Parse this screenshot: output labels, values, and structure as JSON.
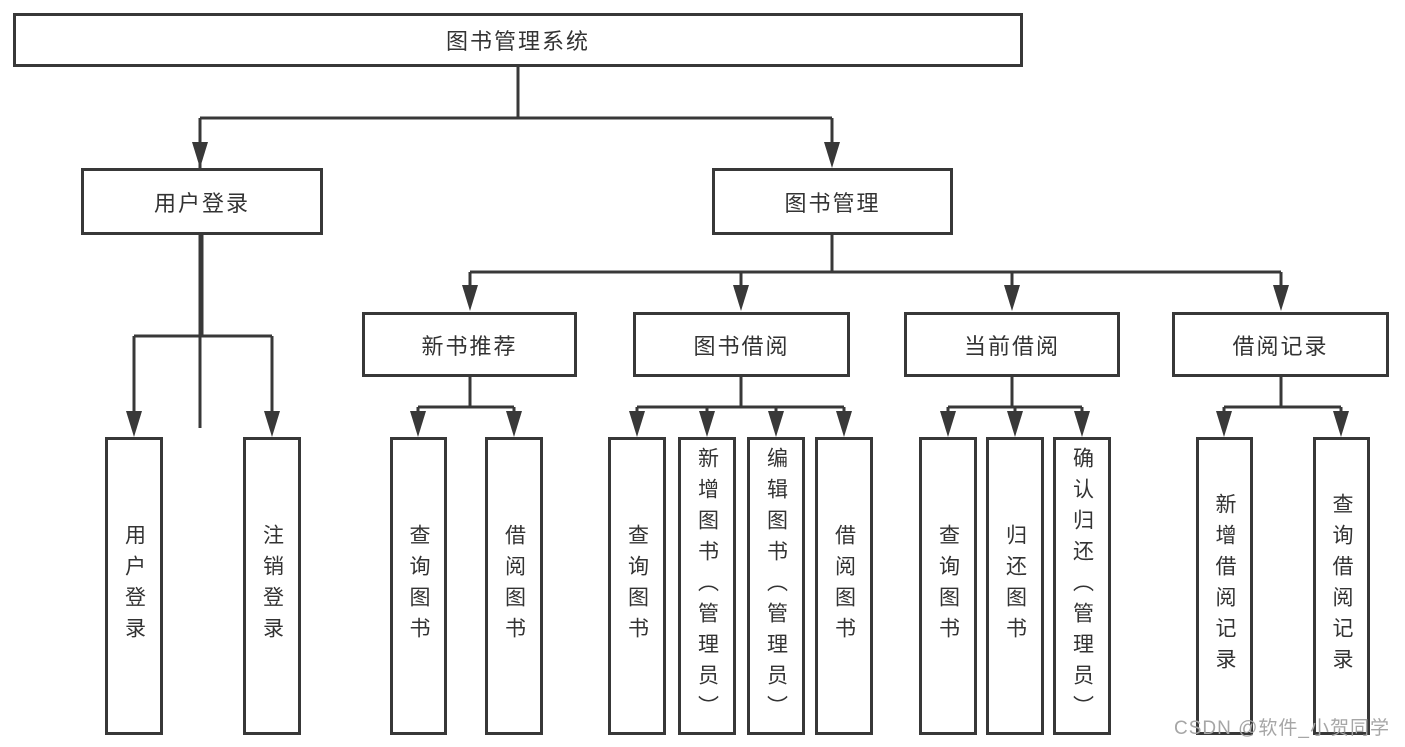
{
  "diagram": {
    "root": {
      "label": "图书管理系统",
      "children": [
        {
          "label": "用户登录",
          "children": [
            {
              "label": "用户登录"
            },
            {
              "label": "注销登录"
            }
          ]
        },
        {
          "label": "图书管理",
          "children": [
            {
              "label": "新书推荐",
              "children": [
                {
                  "label": "查询图书"
                },
                {
                  "label": "借阅图书"
                }
              ]
            },
            {
              "label": "图书借阅",
              "children": [
                {
                  "label": "查询图书"
                },
                {
                  "label": "新增图书（管理员）"
                },
                {
                  "label": "编辑图书（管理员）"
                },
                {
                  "label": "借阅图书"
                }
              ]
            },
            {
              "label": "当前借阅",
              "children": [
                {
                  "label": "查询图书"
                },
                {
                  "label": "归还图书"
                },
                {
                  "label": "确认归还（管理员）"
                }
              ]
            },
            {
              "label": "借阅记录",
              "children": [
                {
                  "label": "新增借阅记录"
                },
                {
                  "label": "查询借阅记录"
                }
              ]
            }
          ]
        }
      ]
    }
  },
  "watermark": {
    "text": "CSDN @软件_小贺同学"
  },
  "colors": {
    "line": "#383838",
    "text": "#333333",
    "background": "#ffffff",
    "watermark": "#a6a6a6"
  }
}
